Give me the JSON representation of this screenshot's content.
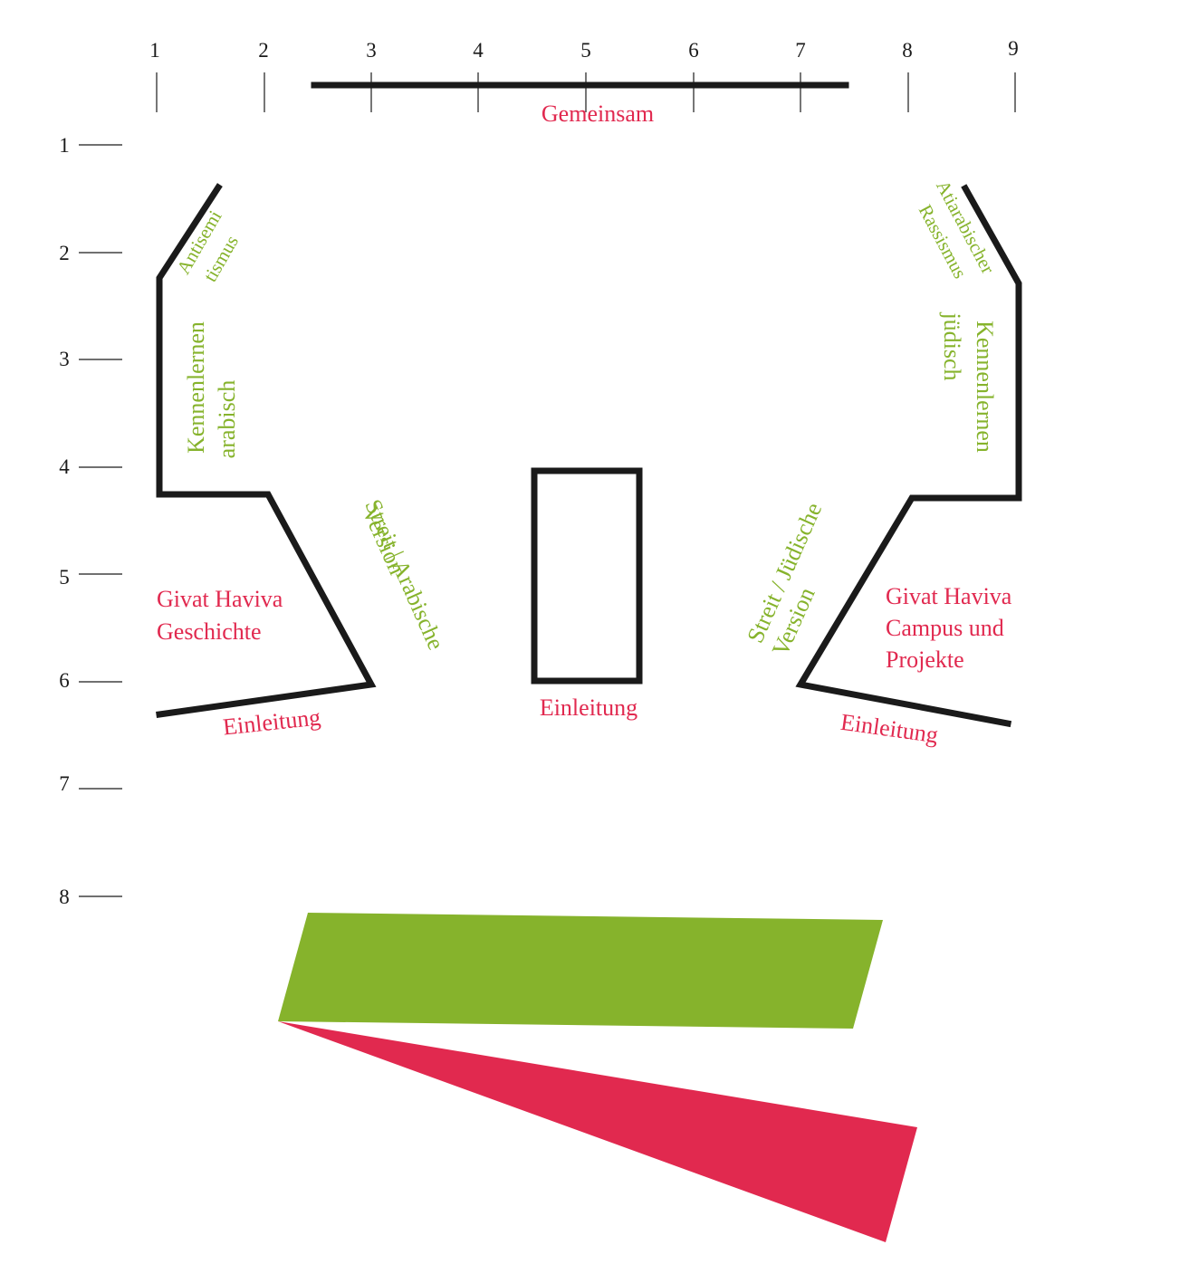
{
  "colors": {
    "red": "#e1294f",
    "green": "#86b32c",
    "wall": "#1a1a1a"
  },
  "column_numbers": [
    "1",
    "2",
    "3",
    "4",
    "5",
    "6",
    "7",
    "8",
    "9"
  ],
  "row_numbers": [
    "1",
    "2",
    "3",
    "4",
    "5",
    "6",
    "7",
    "8"
  ],
  "labels": {
    "gemeinsam": "Gemeinsam",
    "antisemitismus_1": "Antisemi",
    "antisemitismus_2": "tismus",
    "kennenlernen_arabisch_1": "Kennenlernen",
    "kennenlernen_arabisch_2": "arabisch",
    "antiarab_rassismus_1": "Atiarabischer",
    "antiarab_rassismus_2": "Rassismus",
    "kennenlernen_juedisch_1": "Kennenlernen",
    "kennenlernen_juedisch_2": "jüdisch",
    "streit_arabisch_1": "Streit | Arabische",
    "streit_arabisch_2": "Version",
    "streit_juedisch_1": "Streit / Jüdische",
    "streit_juedisch_2": "Version",
    "geschichte_1": "Givat Haviva",
    "geschichte_2": "Geschichte",
    "campus_1": "Givat Haviva",
    "campus_2": "Campus und",
    "campus_3": "Projekte",
    "einleitung_left": "Einleitung",
    "einleitung_center": "Einleitung",
    "einleitung_right": "Einleitung"
  }
}
